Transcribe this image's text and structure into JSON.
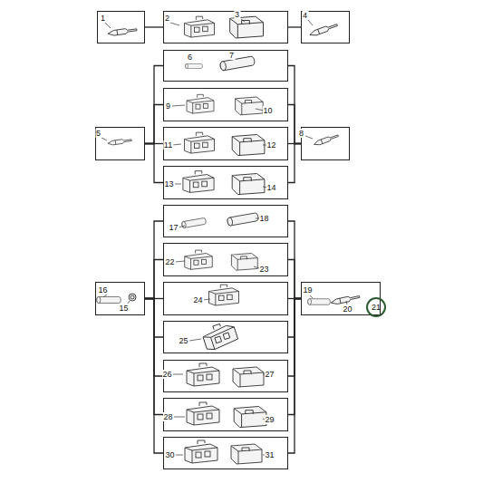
{
  "diagram": {
    "nodes": [
      {
        "text": [
          "1"
        ]
      },
      {
        "text": [
          "2",
          "3"
        ]
      },
      {
        "text": [
          "4"
        ]
      },
      {
        "text": [
          "6",
          "7"
        ]
      },
      {
        "text": [
          "9",
          "10"
        ]
      },
      {
        "text": [
          "5"
        ]
      },
      {
        "text": [
          "11",
          "12"
        ]
      },
      {
        "text": [
          "8"
        ]
      },
      {
        "text": [
          "13",
          "14"
        ]
      },
      {
        "text": [
          "17",
          "18"
        ]
      },
      {
        "text": [
          "22",
          "23"
        ]
      },
      {
        "text": [
          "16",
          "15"
        ]
      },
      {
        "text": [
          "24"
        ]
      },
      {
        "text": [
          "19",
          "20"
        ]
      },
      {
        "text": [
          "21"
        ],
        "in": 13
      },
      {
        "text": [
          "25"
        ]
      },
      {
        "text": [
          "26",
          "27"
        ]
      },
      {
        "text": [
          "28",
          "29"
        ]
      },
      {
        "text": [
          "30",
          "31"
        ]
      }
    ],
    "edges": [
      {
        "from": 0,
        "to": 1,
        "arrow": "none"
      },
      {
        "from": 1,
        "to": 2,
        "arrow": "none"
      },
      {
        "from": 5,
        "to": 3,
        "arrow": "none"
      },
      {
        "from": 5,
        "to": 4,
        "arrow": "none"
      },
      {
        "from": 5,
        "to": 6,
        "arrow": "none"
      },
      {
        "from": 5,
        "to": 8,
        "arrow": "none"
      },
      {
        "from": 7,
        "to": 3,
        "arrow": "none"
      },
      {
        "from": 7,
        "to": 4,
        "arrow": "none"
      },
      {
        "from": 7,
        "to": 6,
        "arrow": "none"
      },
      {
        "from": 7,
        "to": 8,
        "arrow": "none"
      },
      {
        "from": 11,
        "to": 9,
        "arrow": "none"
      },
      {
        "from": 11,
        "to": 10,
        "arrow": "none"
      },
      {
        "from": 11,
        "to": 12,
        "arrow": "none"
      },
      {
        "from": 11,
        "to": 15,
        "arrow": "none"
      },
      {
        "from": 11,
        "to": 16,
        "arrow": "none"
      },
      {
        "from": 11,
        "to": 17,
        "arrow": "none"
      },
      {
        "from": 11,
        "to": 18,
        "arrow": "none"
      },
      {
        "from": 13,
        "to": 9,
        "arrow": "none"
      },
      {
        "from": 13,
        "to": 10,
        "arrow": "none"
      },
      {
        "from": 13,
        "to": 12,
        "arrow": "none"
      },
      {
        "from": 13,
        "to": 15,
        "arrow": "none"
      },
      {
        "from": 13,
        "to": 16,
        "arrow": "none"
      },
      {
        "from": 13,
        "to": 17,
        "arrow": "none"
      },
      {
        "from": 13,
        "to": 18,
        "arrow": "none"
      }
    ]
  }
}
